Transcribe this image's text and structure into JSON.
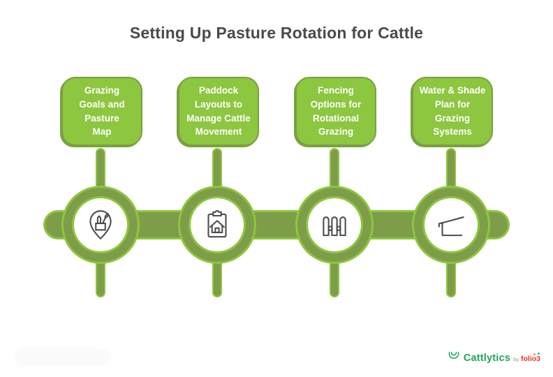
{
  "title": "Setting Up Pasture Rotation for Cattle",
  "steps": [
    {
      "label": "Grazing\nGoals and\nPasture\nMap",
      "icon": "map-pin-art-tools"
    },
    {
      "label": "Paddock\nLayouts  to\nManage Cattle\nMovement",
      "icon": "clipboard-house"
    },
    {
      "label": "Fencing\nOptions for\nRotational\nGrazing",
      "icon": "fence"
    },
    {
      "label": "Water & Shade\nPlan for\nGrazing\nSystems",
      "icon": "shade-shelter"
    }
  ],
  "colors": {
    "box_fill": "#8DC63F",
    "box_border": "#7AA041",
    "timeline_dark": "#7E9D48",
    "timeline_light": "#8DC63F",
    "title_text": "#4A4A4A",
    "box_text": "#FFFFFF",
    "icon_stroke": "#4D4D4D",
    "logo_green": "#1FA45B",
    "logo_red": "#EE3124",
    "logo_by_gray": "#9A9A9A"
  },
  "footer": {
    "brand": "Cattlytics",
    "by": "by",
    "company": "folio3"
  }
}
